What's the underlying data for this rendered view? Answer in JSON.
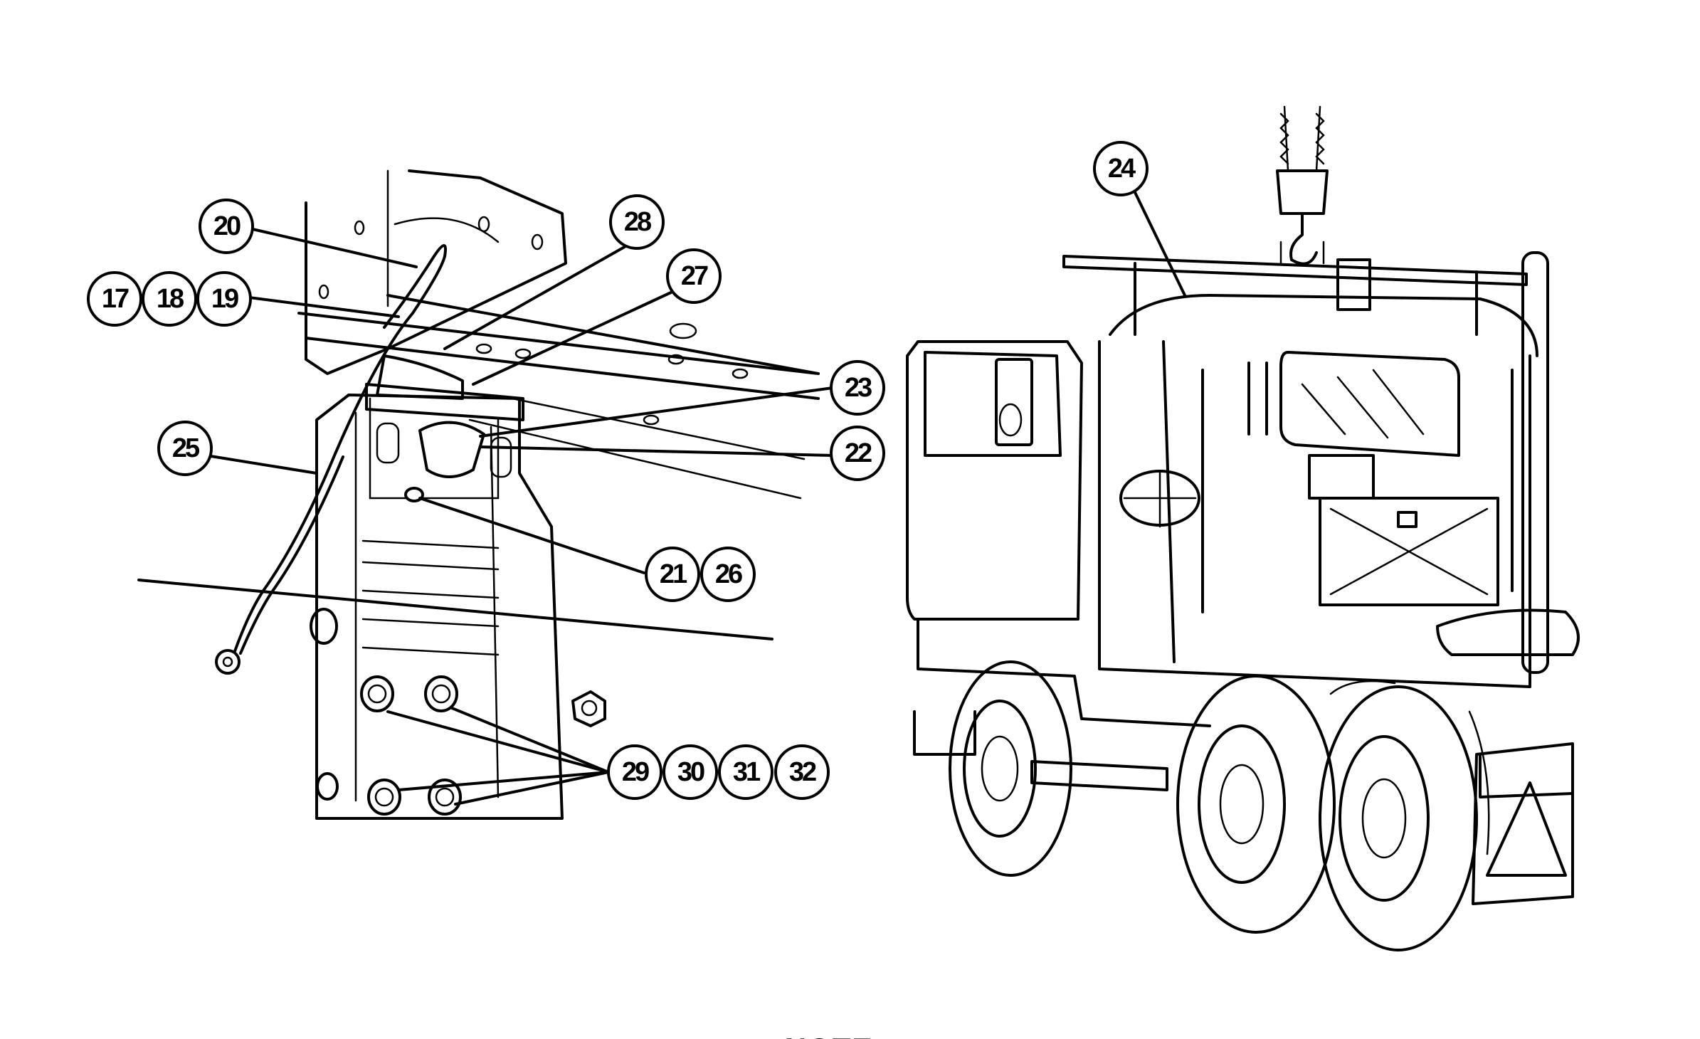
{
  "callouts": {
    "c17": "17",
    "c18": "18",
    "c19": "19",
    "c20": "20",
    "c21": "21",
    "c22": "22",
    "c23": "23",
    "c24": "24",
    "c25": "25",
    "c26": "26",
    "c27": "27",
    "c28": "28",
    "c29": "29",
    "c30": "30",
    "c31": "31",
    "c32": "32"
  },
  "note": "NOTE"
}
